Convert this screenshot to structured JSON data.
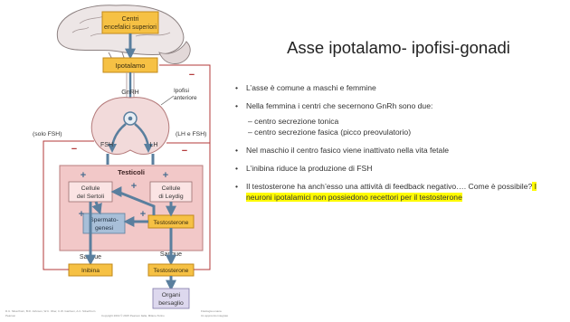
{
  "slide": {
    "title": "Asse ipotalamo- ipofisi-gonadi",
    "bullets": [
      "L’asse è comune a maschi e femmine",
      "Nella femmina i centri che secernono GnRh sono due:",
      "Nel maschio il centro fasico viene inattivato nella vita fetale",
      "L’inibina riduce la produzione di FSH",
      "Il testosterone ha anch’esso una attività di feedback negativo…. Come è possibile?"
    ],
    "bullet_dot": "•",
    "sub_bullets": [
      "– centro secrezione tonica",
      "– centro secrezione fasica (picco preovulatorio)"
    ],
    "highlight": " I neuroni ipotalamici non possiedono recettori per il testosterone"
  },
  "diagram": {
    "centri": [
      "Centri",
      "encefalici superiori"
    ],
    "ipotalamo": "Ipotalamo",
    "gnrh": "GnRH",
    "ipofisi": [
      "Ipofisi",
      "anteriore"
    ],
    "solo_fsh": "(solo FSH)",
    "lh_fsh": "(LH e FSH)",
    "fsh": "FSH",
    "lh": "LH",
    "testicoli": "Testicoli",
    "sertoli": [
      "Cellule",
      "del Sertoli"
    ],
    "leydig": [
      "Cellule",
      "di Leydig"
    ],
    "spermato": [
      "Spermato-",
      "genesi"
    ],
    "testosterone": "Testosterone",
    "sangue": "Sangue",
    "inibina": "Inibina",
    "organi": [
      "Organi",
      "bersaglio"
    ],
    "minus": "−",
    "plus": "+",
    "colors": {
      "box_fill": "#f6c144",
      "box_stroke": "#c2891a",
      "testis_fill": "#f2c8c8",
      "testis_stroke": "#b87c7c",
      "arrow": "#5a7f9e",
      "feedback": "#b3393a",
      "pituitary_fill": "#f2dada"
    }
  },
  "footer": {
    "authors": "D.U. Silverthorn, B.R. Johnson, W.C. Ober, C.W. Garrison, A.C. Silverthorn",
    "publisher": "Pearson",
    "copyright": "Copyright 2019 © 2015 Pearson Italia, Milano-Torino",
    "book": "Fisiologia umana",
    "book2": "Un approccio integrato"
  }
}
